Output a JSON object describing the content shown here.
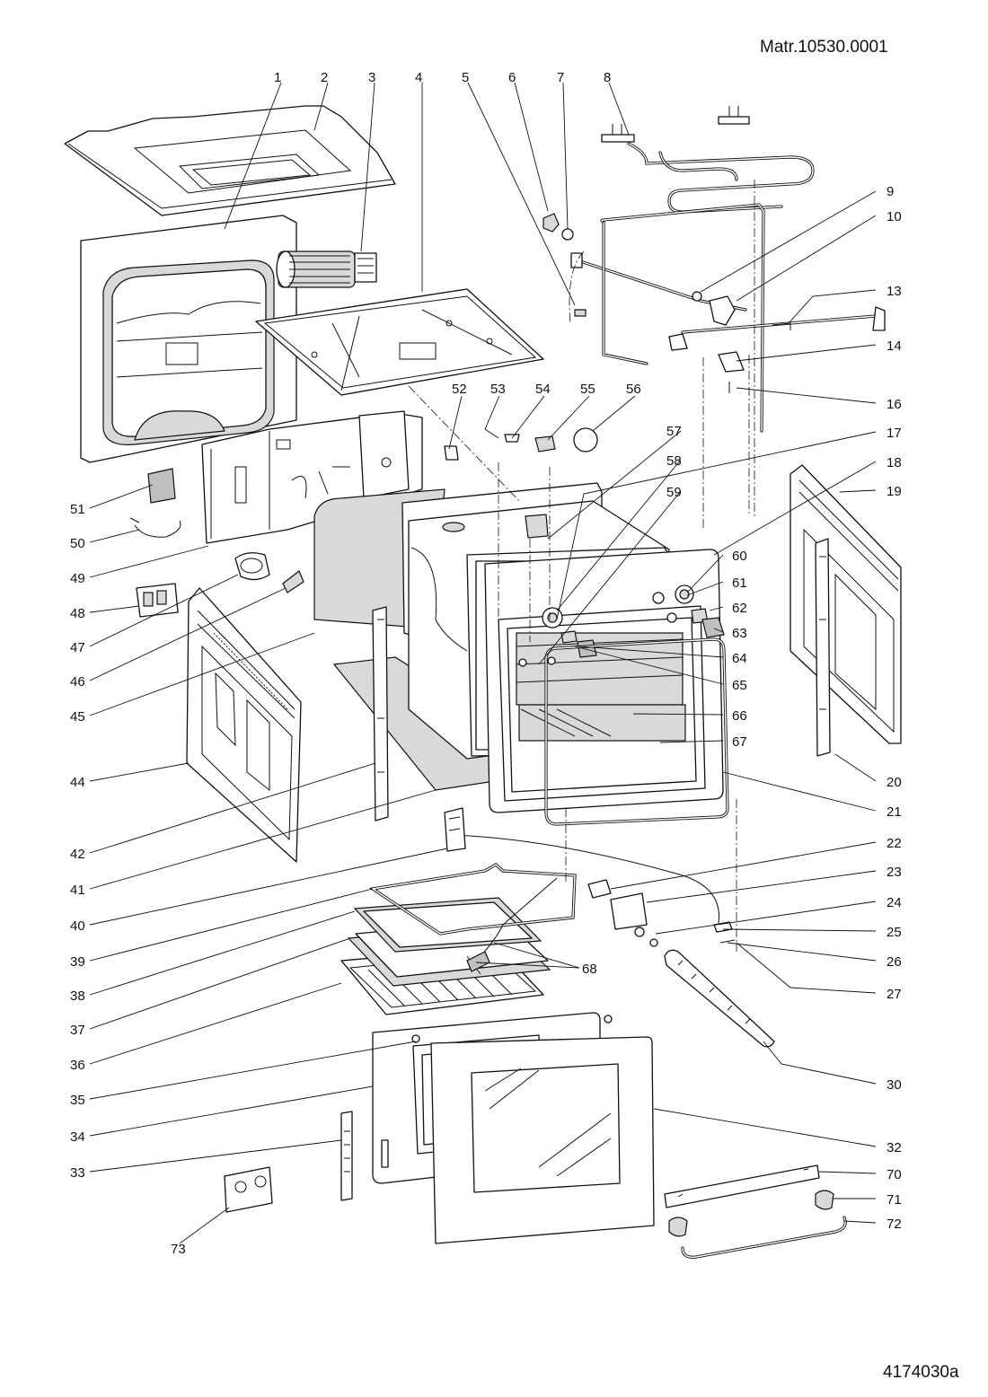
{
  "header": {
    "material": "Matr.10530.0001"
  },
  "footer": {
    "document_number": "4174030a"
  },
  "callouts": [
    {
      "key": "c1",
      "label": "1"
    },
    {
      "key": "c2",
      "label": "2"
    },
    {
      "key": "c3",
      "label": "3"
    },
    {
      "key": "c4",
      "label": "4"
    },
    {
      "key": "c5",
      "label": "5"
    },
    {
      "key": "c6",
      "label": "6"
    },
    {
      "key": "c7",
      "label": "7"
    },
    {
      "key": "c8",
      "label": "8"
    },
    {
      "key": "c9",
      "label": "9"
    },
    {
      "key": "c10",
      "label": "10"
    },
    {
      "key": "c13",
      "label": "13"
    },
    {
      "key": "c14",
      "label": "14"
    },
    {
      "key": "c16",
      "label": "16"
    },
    {
      "key": "c17",
      "label": "17"
    },
    {
      "key": "c18",
      "label": "18"
    },
    {
      "key": "c19",
      "label": "19"
    },
    {
      "key": "c20",
      "label": "20"
    },
    {
      "key": "c21",
      "label": "21"
    },
    {
      "key": "c22",
      "label": "22"
    },
    {
      "key": "c23",
      "label": "23"
    },
    {
      "key": "c24",
      "label": "24"
    },
    {
      "key": "c25",
      "label": "25"
    },
    {
      "key": "c26",
      "label": "26"
    },
    {
      "key": "c27",
      "label": "27"
    },
    {
      "key": "c30",
      "label": "30"
    },
    {
      "key": "c32",
      "label": "32"
    },
    {
      "key": "c33",
      "label": "33"
    },
    {
      "key": "c34",
      "label": "34"
    },
    {
      "key": "c35",
      "label": "35"
    },
    {
      "key": "c36",
      "label": "36"
    },
    {
      "key": "c37",
      "label": "37"
    },
    {
      "key": "c38",
      "label": "38"
    },
    {
      "key": "c39",
      "label": "39"
    },
    {
      "key": "c40",
      "label": "40"
    },
    {
      "key": "c41",
      "label": "41"
    },
    {
      "key": "c42",
      "label": "42"
    },
    {
      "key": "c44",
      "label": "44"
    },
    {
      "key": "c45",
      "label": "45"
    },
    {
      "key": "c46",
      "label": "46"
    },
    {
      "key": "c47",
      "label": "47"
    },
    {
      "key": "c48",
      "label": "48"
    },
    {
      "key": "c49",
      "label": "49"
    },
    {
      "key": "c50",
      "label": "50"
    },
    {
      "key": "c51",
      "label": "51"
    },
    {
      "key": "c52",
      "label": "52"
    },
    {
      "key": "c53",
      "label": "53"
    },
    {
      "key": "c54",
      "label": "54"
    },
    {
      "key": "c55",
      "label": "55"
    },
    {
      "key": "c56",
      "label": "56"
    },
    {
      "key": "c57",
      "label": "57"
    },
    {
      "key": "c58",
      "label": "58"
    },
    {
      "key": "c59",
      "label": "59"
    },
    {
      "key": "c60",
      "label": "60"
    },
    {
      "key": "c61",
      "label": "61"
    },
    {
      "key": "c62",
      "label": "62"
    },
    {
      "key": "c63",
      "label": "63"
    },
    {
      "key": "c64",
      "label": "64"
    },
    {
      "key": "c65",
      "label": "65"
    },
    {
      "key": "c66",
      "label": "66"
    },
    {
      "key": "c67",
      "label": "67"
    },
    {
      "key": "c68",
      "label": "68"
    },
    {
      "key": "c70",
      "label": "70"
    },
    {
      "key": "c71",
      "label": "71"
    },
    {
      "key": "c72",
      "label": "72"
    },
    {
      "key": "c73",
      "label": "73"
    }
  ]
}
